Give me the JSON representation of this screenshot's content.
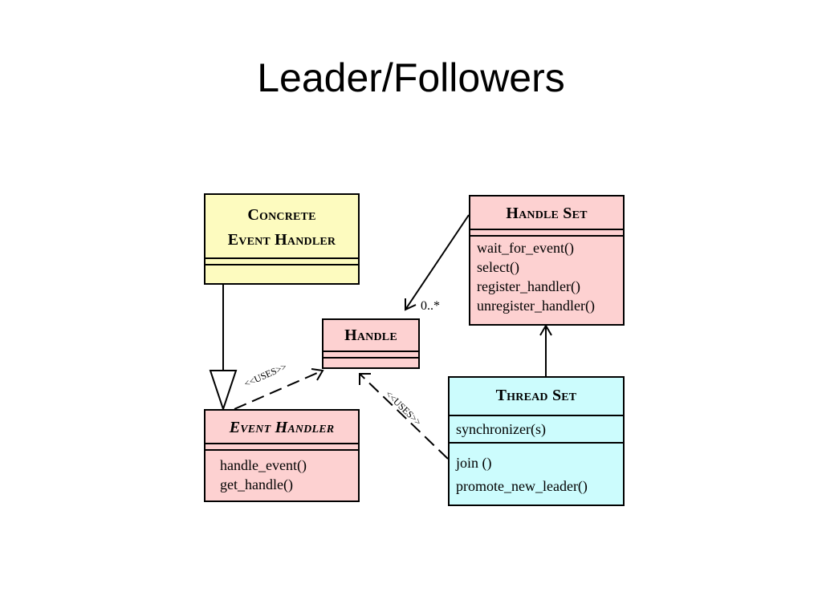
{
  "slide": {
    "title": "Leader/Followers"
  },
  "classes": {
    "concrete_event_handler": {
      "name_line1": "Concrete",
      "name_line2": "Event Handler",
      "fill": "#fdfbbf"
    },
    "handle_set": {
      "name": "Handle Set",
      "fill": "#fdd1d1",
      "methods": [
        "wait_for_event()",
        "select()",
        "register_handler()",
        "unregister_handler()"
      ]
    },
    "handle": {
      "name": "Handle",
      "fill": "#fdd1d1"
    },
    "event_handler": {
      "name": "Event Handler",
      "fill": "#fdd1d1",
      "methods": [
        "handle_event()",
        "get_handle()"
      ]
    },
    "thread_set": {
      "name": "Thread Set",
      "fill": "#ccfcfd",
      "attributes": [
        "synchronizer(s)"
      ],
      "methods": [
        "join ()",
        "promote_new_leader()"
      ]
    }
  },
  "relations": {
    "handle_set_to_handle_multiplicity": "0..*",
    "uses_label": "<<USES>>"
  }
}
